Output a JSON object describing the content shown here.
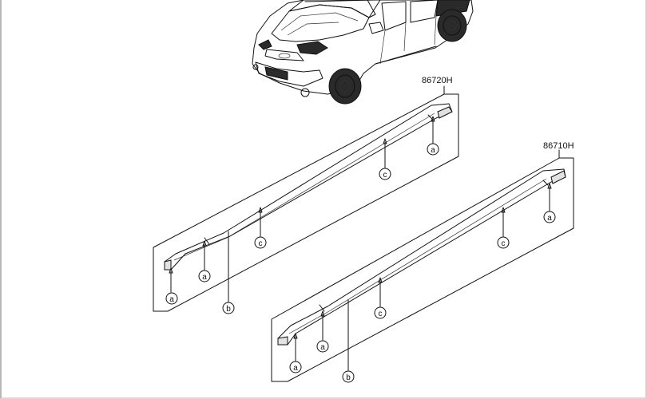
{
  "parts": [
    {
      "number": "86720H"
    },
    {
      "number": "86710H"
    }
  ],
  "callouts": {
    "a": "a",
    "b": "b",
    "c": "c"
  }
}
